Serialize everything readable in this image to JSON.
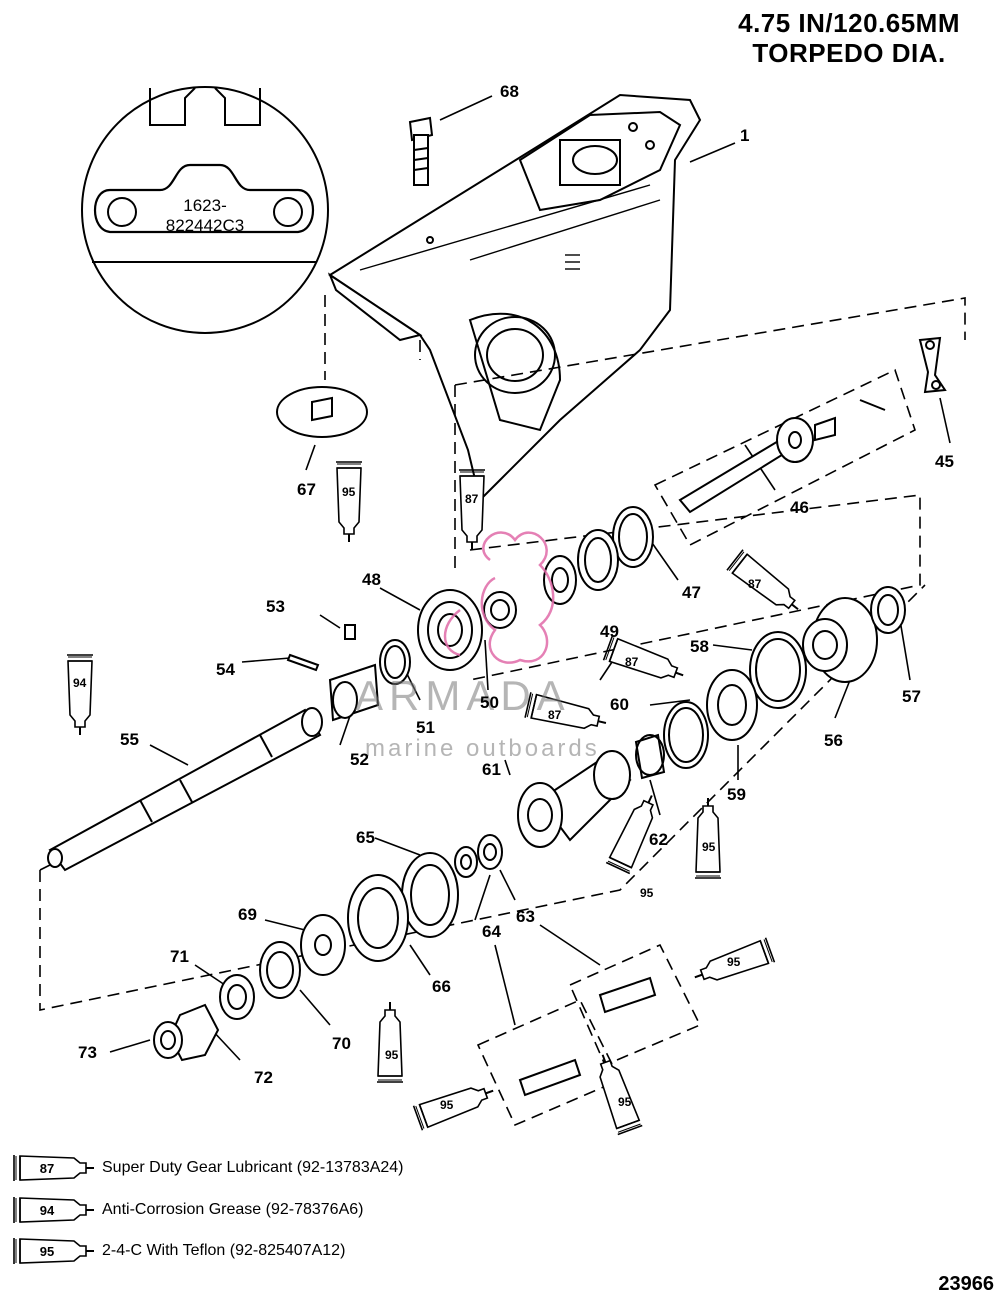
{
  "header": {
    "line1": "4.75 IN/120.65MM",
    "line2": "TORPEDO DIA."
  },
  "inset": {
    "line1": "1623-",
    "line2": "822442C3"
  },
  "watermark": {
    "brand": "ARMADA",
    "tagline": "marine outboards"
  },
  "callouts": {
    "c1": "1",
    "c45": "45",
    "c46": "46",
    "c47": "47",
    "c48": "48",
    "c49": "49",
    "c50": "50",
    "c51": "51",
    "c52": "52",
    "c53": "53",
    "c54": "54",
    "c55": "55",
    "c56": "56",
    "c57": "57",
    "c58": "58",
    "c59": "59",
    "c60": "60",
    "c61": "61",
    "c62": "62",
    "c63": "63",
    "c64": "64",
    "c65": "65",
    "c66": "66",
    "c67": "67",
    "c68": "68",
    "c69": "69",
    "c70": "70",
    "c71": "71",
    "c72": "72",
    "c73": "73"
  },
  "tube_labels": {
    "t87": "87",
    "t94": "94",
    "t95": "95"
  },
  "legend": [
    {
      "code": "87",
      "text": "Super Duty Gear Lubricant (92-13783A24)"
    },
    {
      "code": "94",
      "text": "Anti-Corrosion Grease (92-78376A6)"
    },
    {
      "code": "95",
      "text": "2-4-C  With Teflon (92-825407A12)"
    }
  ],
  "doc_number": "23966",
  "colors": {
    "ink": "#000000",
    "watermark_gray": "#8a8a8a",
    "watermark_pink": "#e06aa8"
  }
}
